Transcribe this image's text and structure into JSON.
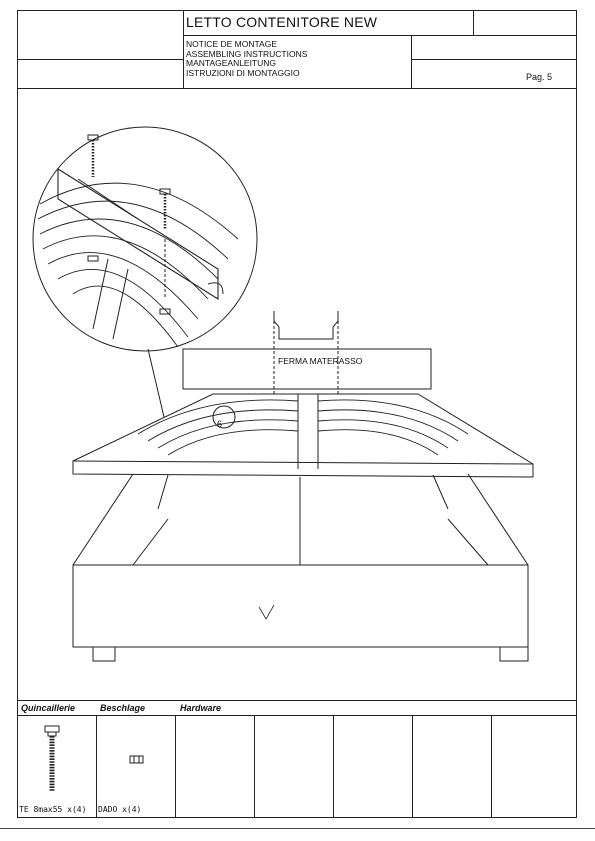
{
  "header": {
    "title": "LETTO CONTENITORE NEW",
    "notes": [
      "NOTICE DE MONTAGE",
      "ASSEMBLING INSTRUCTIONS",
      "MANTAGEANLEITUNG",
      "ISTRUZIONI DI MONTAGGIO"
    ],
    "page": "Pag. 5"
  },
  "drawing": {
    "label_ferma": "FERMA MATERASSO",
    "part_number": "6"
  },
  "hardware": {
    "headers": [
      "Quincaillerie",
      "Beschlage",
      "Hardware"
    ],
    "items": [
      {
        "label": "TE 8max55 x(4)",
        "icon": "bolt-icon"
      },
      {
        "label": "DADO x(4)",
        "icon": "nut-icon"
      }
    ]
  }
}
